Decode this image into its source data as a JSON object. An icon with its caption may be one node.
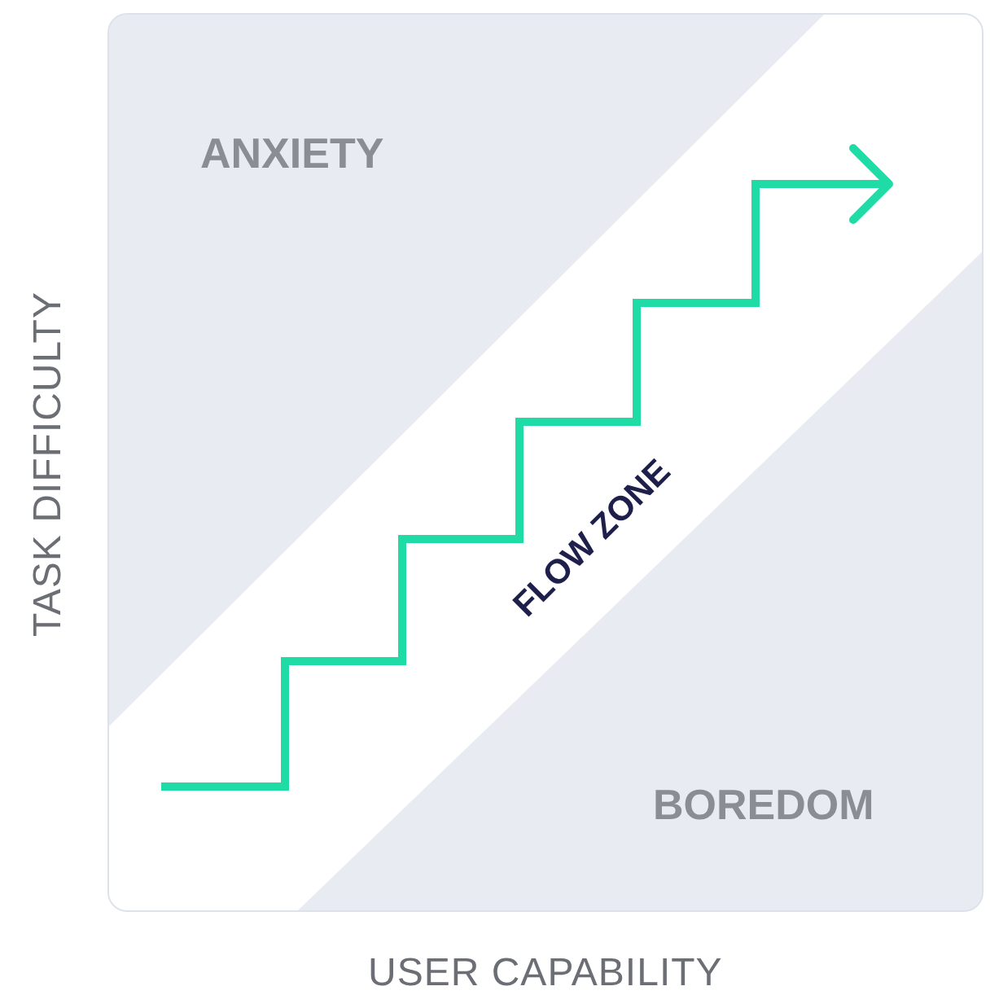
{
  "diagram": {
    "nodes": [
      {
        "text": [
          "ANXIETY"
        ]
      },
      {
        "text": [
          "FLOW ZONE"
        ]
      },
      {
        "text": [
          "BOREDOM"
        ]
      }
    ],
    "labels": [
      "TASK DIFFICULTY",
      "USER CAPABILITY"
    ]
  }
}
